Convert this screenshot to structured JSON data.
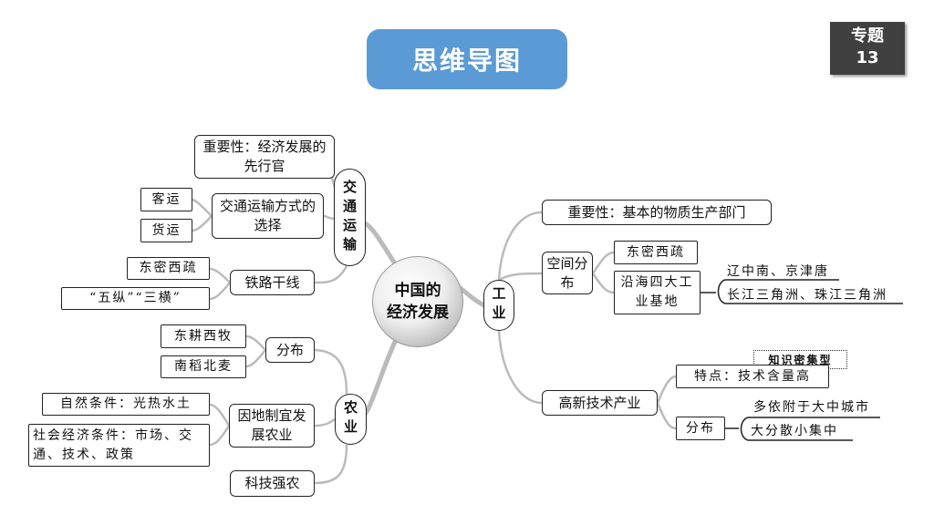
{
  "title": "思维导图",
  "badge": {
    "line1": "专题",
    "line2": "13"
  },
  "center": {
    "line1": "中国的",
    "line2": "经济发展"
  },
  "transport": {
    "label": "交通运输",
    "importance": "重要性：经济发展的先行官",
    "choice": "交通运输方式的选择",
    "passenger": "客运",
    "freight": "货运",
    "railway": "铁路干线",
    "rail_dist": "东密西疏",
    "rail_grid": "“五纵”“三横”"
  },
  "agriculture": {
    "label": "农业",
    "distribution": "分布",
    "dist1": "东耕西牧",
    "dist2": "南稻北麦",
    "adapt": "因地制宜发展农业",
    "natural": "自然条件：光热水土",
    "social": "社会经济条件：市场、交通、技术、政策",
    "tech": "科技强农"
  },
  "industry": {
    "label": "工业",
    "importance": "重要性：基本的物质生产部门",
    "spatial": "空间分布",
    "east_west": "东密西疏",
    "coastal": "沿海四大工业基地",
    "bases1": "辽中南、京津唐",
    "bases2": "长江三角洲、珠江三角洲",
    "hightech": "高新技术产业",
    "feature": "特点：技术含量高",
    "callout": "知识密集型",
    "ht_dist": "分布",
    "ht_dist1": "多依附于大中城市",
    "ht_dist2": "大分散小集中"
  }
}
